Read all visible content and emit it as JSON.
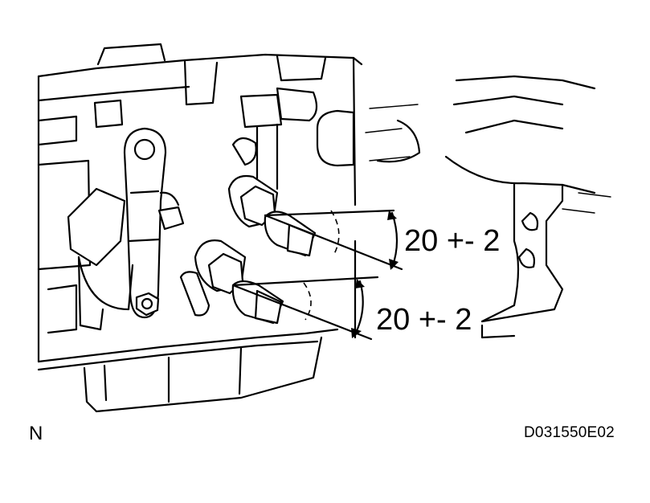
{
  "diagram": {
    "angle_labels": [
      "20 +- 2",
      "20 +- 2"
    ],
    "orientation_mark": "N",
    "figure_code": "D031550E02"
  },
  "colors": {
    "ink": "#000000",
    "background": "#ffffff"
  }
}
